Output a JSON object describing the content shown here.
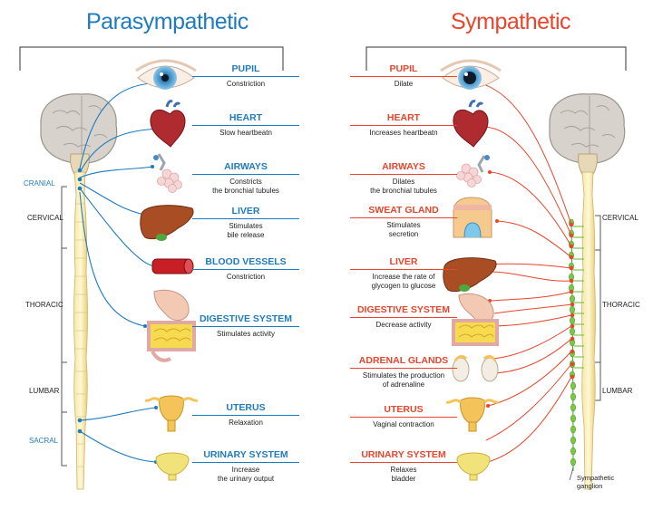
{
  "parasympathetic": {
    "title": "Parasympathetic",
    "regions": {
      "cranial": "CRANIAL",
      "cervical": "CERVICAL",
      "thoracic": "THORACIC",
      "lumbar": "LUMBAR",
      "sacral": "SACRAL"
    },
    "organs": [
      {
        "name": "PUPIL",
        "effect": "Constriction"
      },
      {
        "name": "HEART",
        "effect": "Slow heartbeatn"
      },
      {
        "name": "AIRWAYS",
        "effect": "Constricts\nthe bronchial tubules"
      },
      {
        "name": "LIVER",
        "effect": "Stimulates\nbile release"
      },
      {
        "name": "BLOOD VESSELS",
        "effect": "Constriction"
      },
      {
        "name": "DIGESTIVE SYSTEM",
        "effect": "Stimulates activity"
      },
      {
        "name": "UTERUS",
        "effect": "Relaxation"
      },
      {
        "name": "URINARY SYSTEM",
        "effect": "Increase\nthe urinary output"
      }
    ]
  },
  "sympathetic": {
    "title": "Sympathetic",
    "regions": {
      "cervical": "CERVICAL",
      "thoracic": "THORACIC",
      "lumbar": "LUMBAR"
    },
    "ganglion_label": "Sympathetic\nganglion",
    "organs": [
      {
        "name": "PUPIL",
        "effect": "Dilate"
      },
      {
        "name": "HEART",
        "effect": "Increases heartbeatn"
      },
      {
        "name": "AIRWAYS",
        "effect": "Dilates\nthe bronchial tubules"
      },
      {
        "name": "SWEAT GLAND",
        "effect": "Stimulates\nsecretion"
      },
      {
        "name": "LIVER",
        "effect": "Increase the rate of\nglycogen to glucose"
      },
      {
        "name": "DIGESTIVE SYSTEM",
        "effect": "Decrease activity"
      },
      {
        "name": "ADRENAL GLANDS",
        "effect": "Stimulates the production\nof adrenaline"
      },
      {
        "name": "UTERUS",
        "effect": "Vaginal contraction"
      },
      {
        "name": "URINARY SYSTEM",
        "effect": "Relaxes\nbladder"
      }
    ]
  },
  "colors": {
    "parasympathetic": "#1f7bbf",
    "sympathetic": "#e8452c",
    "ganglion": "#7ac943",
    "spinal_cord": "#f3e6a0"
  }
}
